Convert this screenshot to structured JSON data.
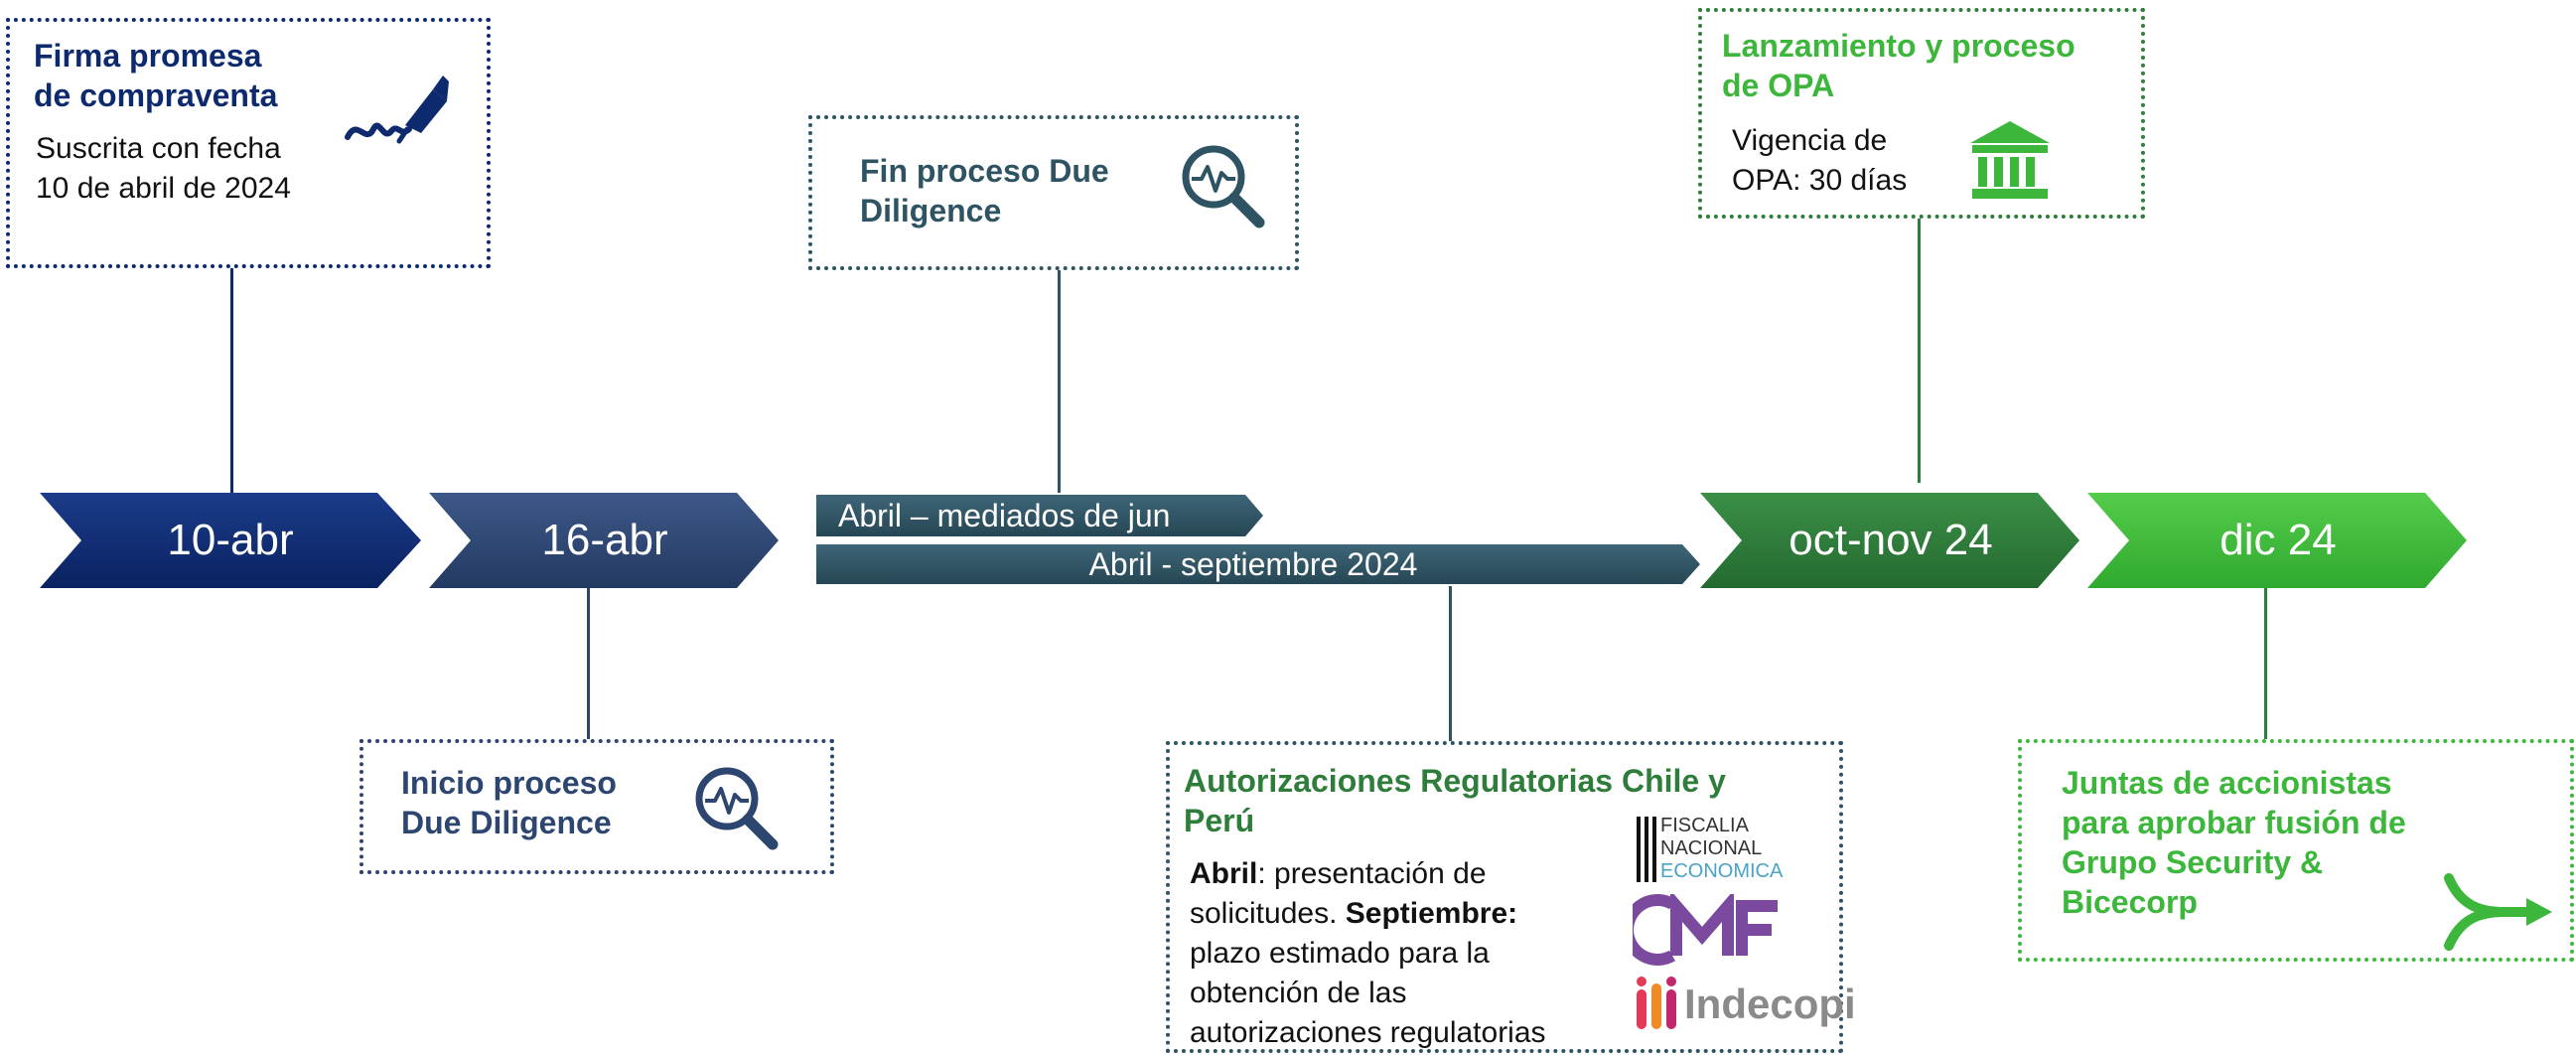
{
  "colors": {
    "navy": "#0d2a6e",
    "slate": "#2d4670",
    "teal": "#2e5363",
    "dark_green": "#2e7d3a",
    "green": "#3cb73c"
  },
  "timeline": {
    "chevrons": [
      {
        "label": "10-abr"
      },
      {
        "label": "16-abr"
      },
      {
        "label": "oct-nov 24"
      },
      {
        "label": "dic 24"
      }
    ],
    "bars": [
      {
        "label": "Abril – mediados de jun"
      },
      {
        "label": "Abril - septiembre 2024"
      }
    ]
  },
  "events": {
    "firma": {
      "title_line1": "Firma promesa",
      "title_line2": "de compraventa",
      "text_line1": "Suscrita con fecha",
      "text_line2": "10 de abril de 2024",
      "icon": "pen-signature-icon"
    },
    "inicio_dd": {
      "title_line1": "Inicio proceso",
      "title_line2": "Due Diligence",
      "icon": "magnifier-pulse-icon"
    },
    "fin_dd": {
      "title_line1": "Fin proceso Due",
      "title_line2": "Diligence",
      "icon": "magnifier-pulse-icon"
    },
    "autorizaciones": {
      "title_line1": "Autorizaciones Regulatorias Chile y",
      "title_line2": "Perú",
      "abril_label": "Abril",
      "abril_text": ": presentación de",
      "line2_text": "solicitudes. ",
      "septiembre_label": "Septiembre:",
      "line3": "plazo estimado para la",
      "line4": "obtención de las",
      "line5": "autorizaciones regulatorias"
    },
    "opa": {
      "title_line1": "Lanzamiento y proceso",
      "title_line2": "de OPA",
      "text_line1": "Vigencia de",
      "text_line2": "OPA: 30 días",
      "icon": "bank-building-icon"
    },
    "juntas": {
      "line1": "Juntas de accionistas",
      "line2": "para aprobar fusión de",
      "line3": "Grupo Security &",
      "line4": "Bicecorp",
      "icon": "merge-arrow-icon"
    }
  },
  "logos": {
    "fne_line1": "FISCALIA",
    "fne_line2": "NACIONAL",
    "fne_line3": "ECONOMICA",
    "indecopi": "Indecopi"
  }
}
